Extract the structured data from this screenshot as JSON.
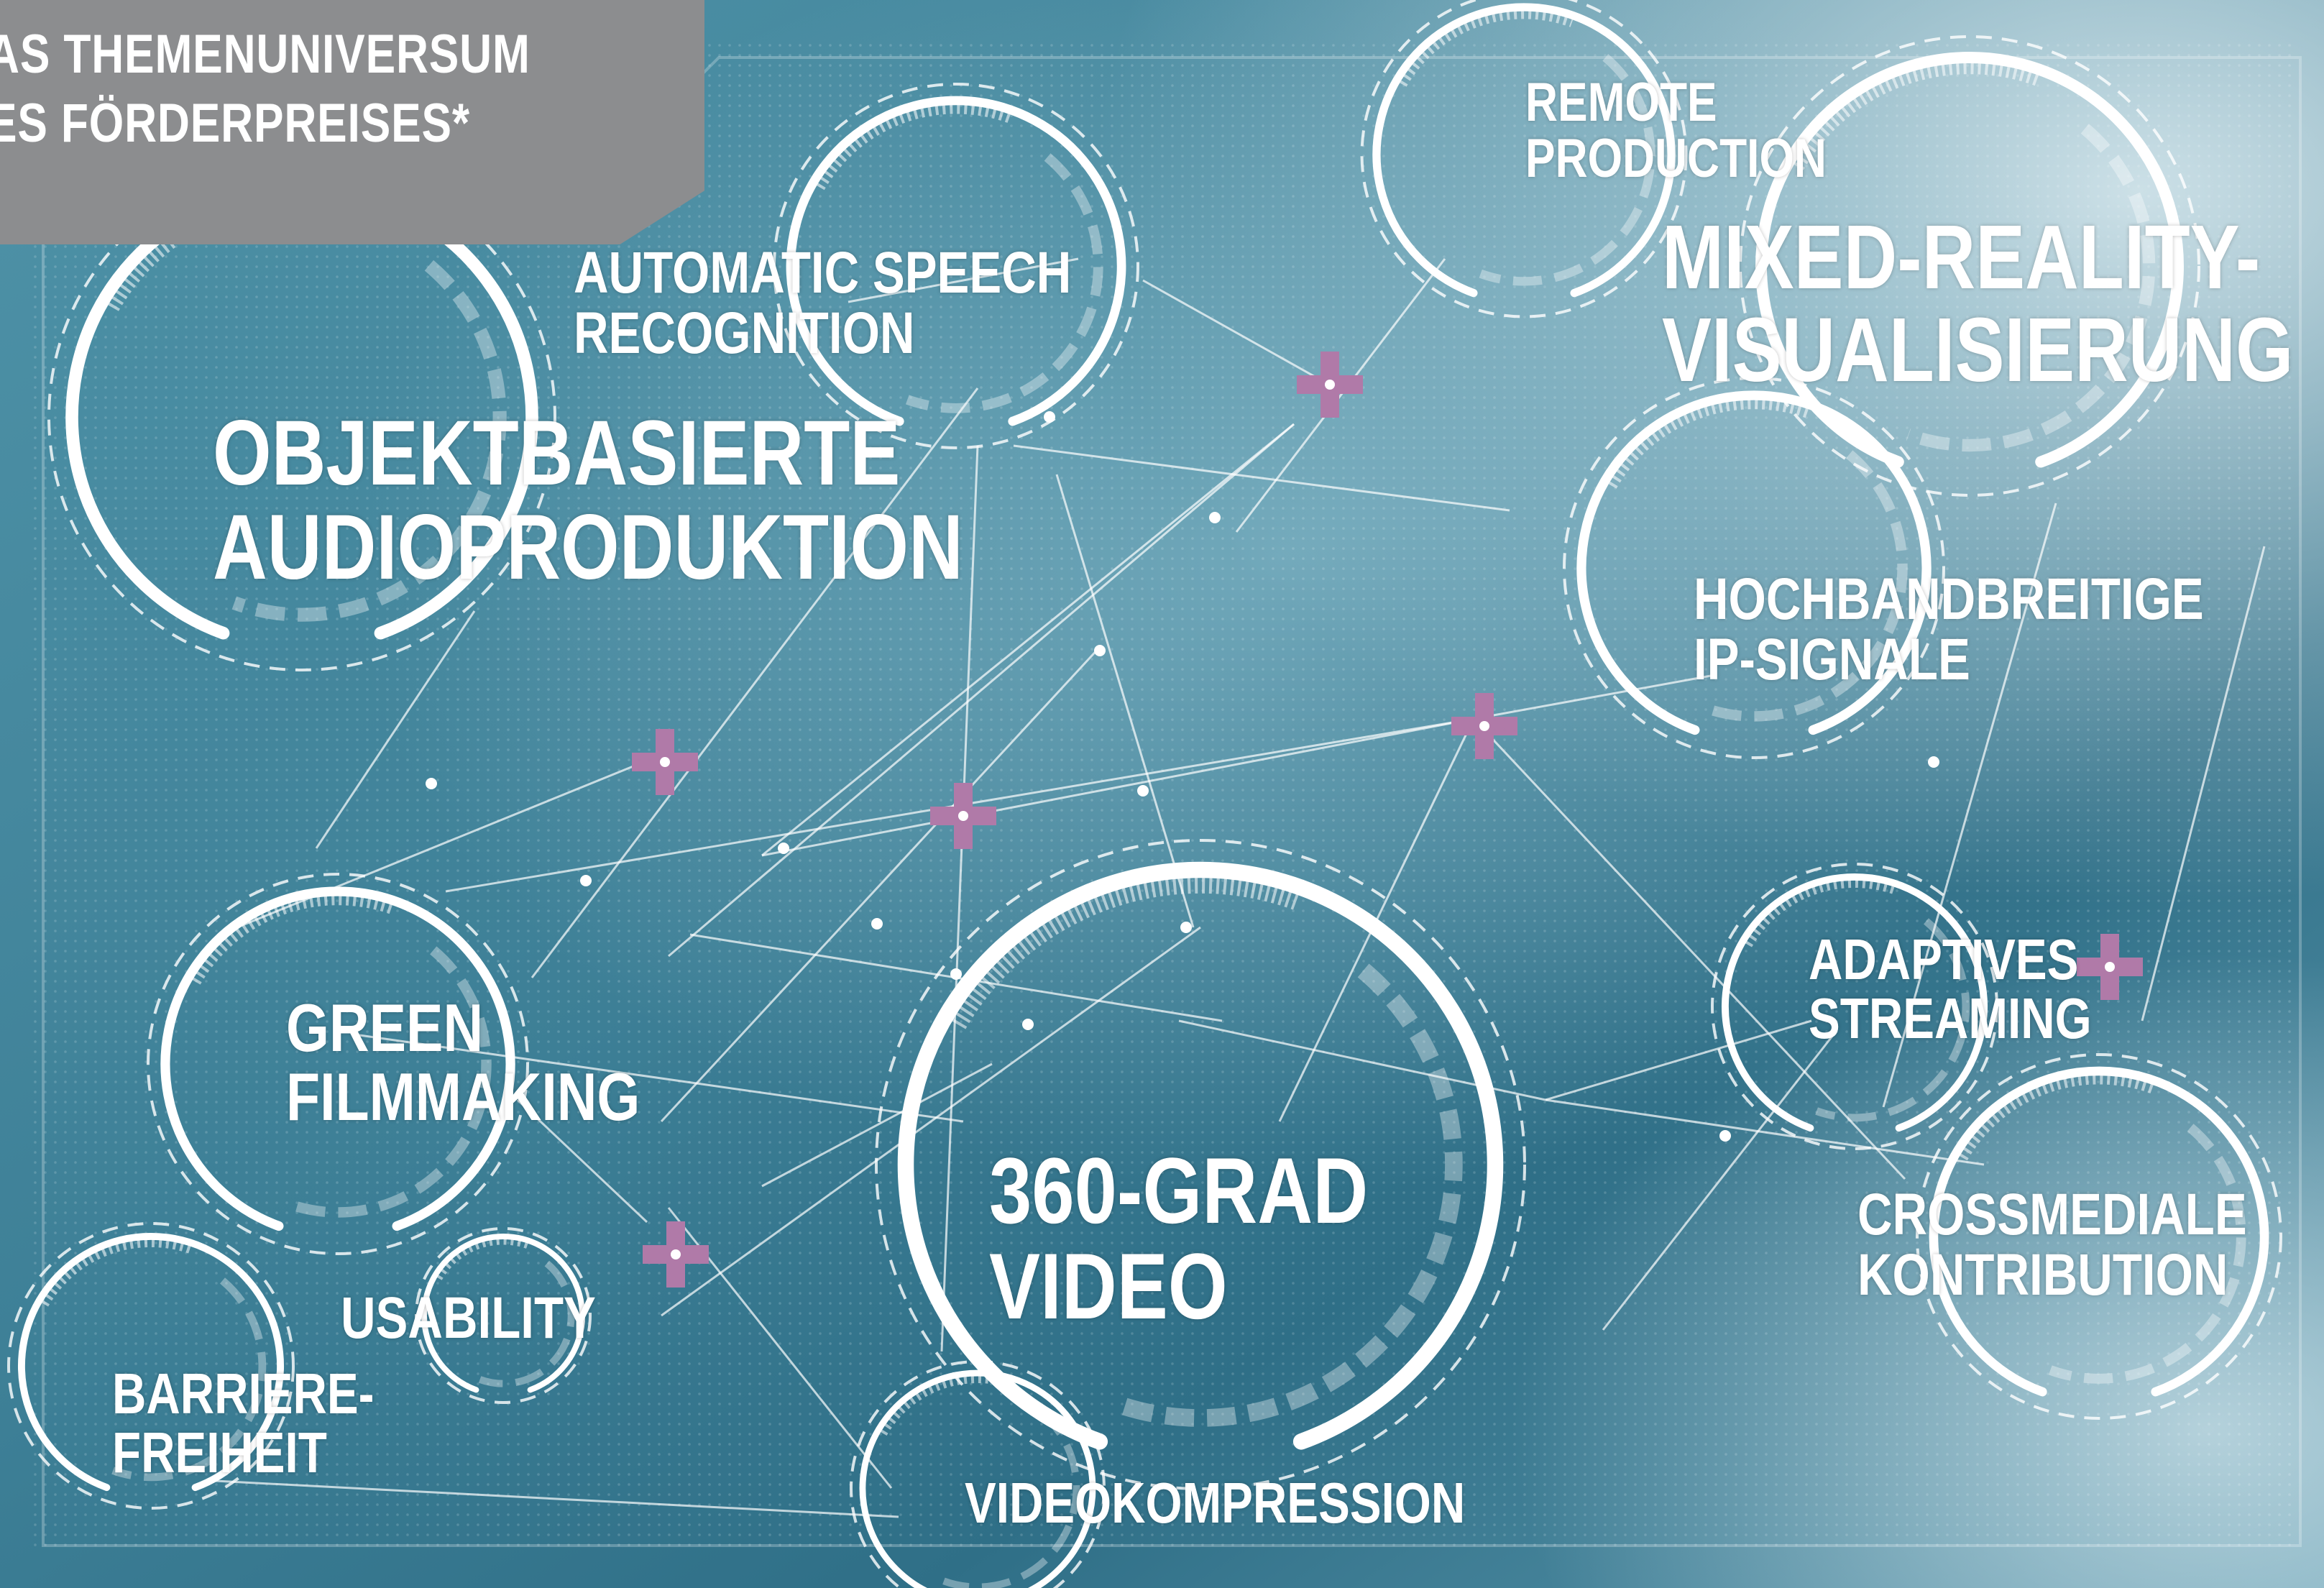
{
  "header": {
    "title_lines": [
      "AS THEMENUNIVERSUM",
      "ES FÖRDERPREISES*"
    ]
  },
  "colors": {
    "background_light": "#9fc6d4",
    "background_dark": "#2f6d85",
    "ring": "#ffffff",
    "node_marker": "#b07aa8",
    "header_box": "#8c8d8f"
  },
  "topics": [
    {
      "id": "objektbasierte-audioproduktion",
      "lines": [
        "OBJEKTBASIERTE",
        "AUDIOPRODUKTION"
      ]
    },
    {
      "id": "automatic-speech-recognition",
      "lines": [
        "AUTOMATIC SPEECH",
        "RECOGNITION"
      ]
    },
    {
      "id": "remote-production",
      "lines": [
        "REMOTE",
        "PRODUCTION"
      ]
    },
    {
      "id": "mixed-reality-visualisierung",
      "lines": [
        "MIXED-REALITY-",
        "VISUALISIERUNG"
      ]
    },
    {
      "id": "hochbandbreitige-ip-signale",
      "lines": [
        "HOCHBANDBREITIGE",
        "IP-SIGNALE"
      ]
    },
    {
      "id": "adaptives-streaming",
      "lines": [
        "ADAPTIVES",
        "STREAMING"
      ]
    },
    {
      "id": "crossmediale-kontribution",
      "lines": [
        "CROSSMEDIALE",
        "KONTRIBUTION"
      ]
    },
    {
      "id": "green-filmmaking",
      "lines": [
        "GREEN",
        "FILMMAKING"
      ]
    },
    {
      "id": "360-grad-video",
      "lines": [
        "360-GRAD",
        "VIDEO"
      ]
    },
    {
      "id": "usability",
      "lines": [
        "USABILITY"
      ]
    },
    {
      "id": "barriere-freiheit",
      "lines": [
        "BARRIERE-",
        "FREIHEIT"
      ]
    },
    {
      "id": "videokompression",
      "lines": [
        "VIDEOKOMPRESSION"
      ]
    }
  ]
}
